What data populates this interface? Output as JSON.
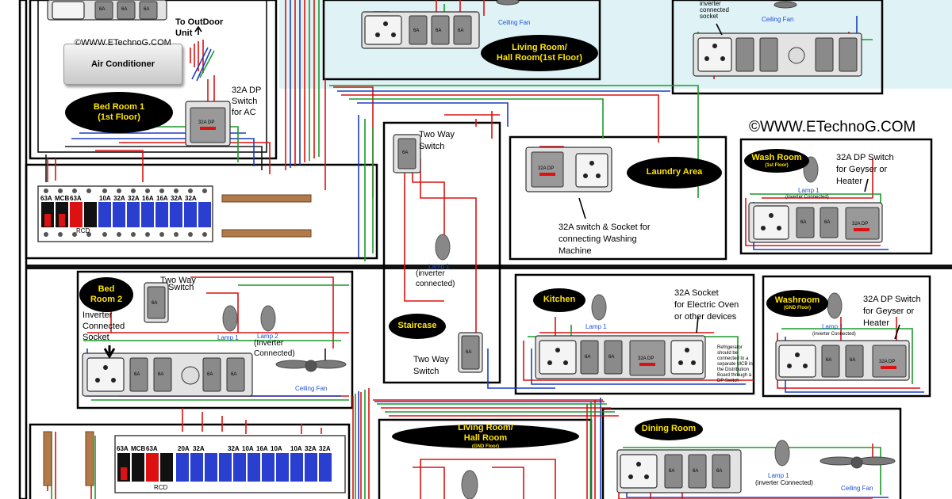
{
  "watermark_main": "©WWW.ETechnoG.COM",
  "watermark_small": "©WWW.ETechnoG.COM",
  "rooms": {
    "bed1": {
      "title": "Bed Room 1",
      "sub": "(1st Floor)"
    },
    "bed2": {
      "title": "Bed",
      "sub": "Room 2"
    },
    "living1": {
      "title": "Living Room/",
      "sub": "Hall Room(1st Floor)"
    },
    "living0": {
      "title": "Living Room/",
      "sub": "Hall Room",
      "sub2": "(GND Floor)"
    },
    "laundry": {
      "title": "Laundry Area"
    },
    "staircase": {
      "title": "Staircase"
    },
    "wash1": {
      "title": "Wash Room",
      "sub": "(1st Floor)"
    },
    "washg": {
      "title": "Washroom",
      "sub": "(GND Floor)"
    },
    "kitchen": {
      "title": "Kitchen"
    },
    "dining": {
      "title": "Dining Room"
    }
  },
  "labels": {
    "outdoor": "To OutDoor",
    "unit": "Unit",
    "ac": "Air Conditioner",
    "ac_switch_1": "32A DP",
    "ac_switch_2": "Switch",
    "ac_switch_3": "for AC",
    "two_way_1": "Two Way",
    "two_way_2": "Switch",
    "lamp1": "Lamp 1",
    "lamp2": "Lamp 2",
    "inverter_connected": "(inverter",
    "connected": "connected)",
    "inverter_connected2": "(Inverter",
    "connected2": "Connected)",
    "inv_socket_1": "Inverter",
    "inv_socket_2": "Connected",
    "inv_socket_3": "Socket",
    "inv_small_1": "inverter",
    "inv_small_2": "connected",
    "inv_small_3": "socket",
    "ceiling_fan": "Ceiling Fan",
    "laundry_note_1": "32A switch & Socket for",
    "laundry_note_2": "connecting Washing",
    "laundry_note_3": "Machine",
    "geyser_1": "32A DP Switch",
    "geyser_2": "for Geyser or",
    "geyser_3": "Heater",
    "kitchen_note_1": "32A Socket",
    "kitchen_note_2": "for Electric Oven",
    "kitchen_note_3": "or other devices",
    "fridge_1": "Refrigerator",
    "fridge_2": "should be",
    "fridge_3": "connected to a",
    "fridge_4": "separate MCB in",
    "fridge_5": "the Distribution",
    "fridge_6": "Board through a",
    "fridge_7": "DP Switch",
    "inverter_conn_tiny": "(inverter Connected)",
    "lamp1_inv": "(inverter Connected)"
  },
  "db1": {
    "ratings": [
      "63A",
      "63A",
      "10A",
      "32A",
      "32A",
      "16A",
      "16A",
      "32A",
      "32A"
    ],
    "mcb": "MCB",
    "rcd": "RCD"
  },
  "db2": {
    "ratings": [
      "63A",
      "63A",
      "20A",
      "32A",
      "32A",
      "10A",
      "16A",
      "10A",
      "10A",
      "32A",
      "32A"
    ],
    "mcb": "MCB",
    "rcd": "RCD"
  },
  "switch_labels": {
    "a6": "6A",
    "dp": "32A DP"
  }
}
